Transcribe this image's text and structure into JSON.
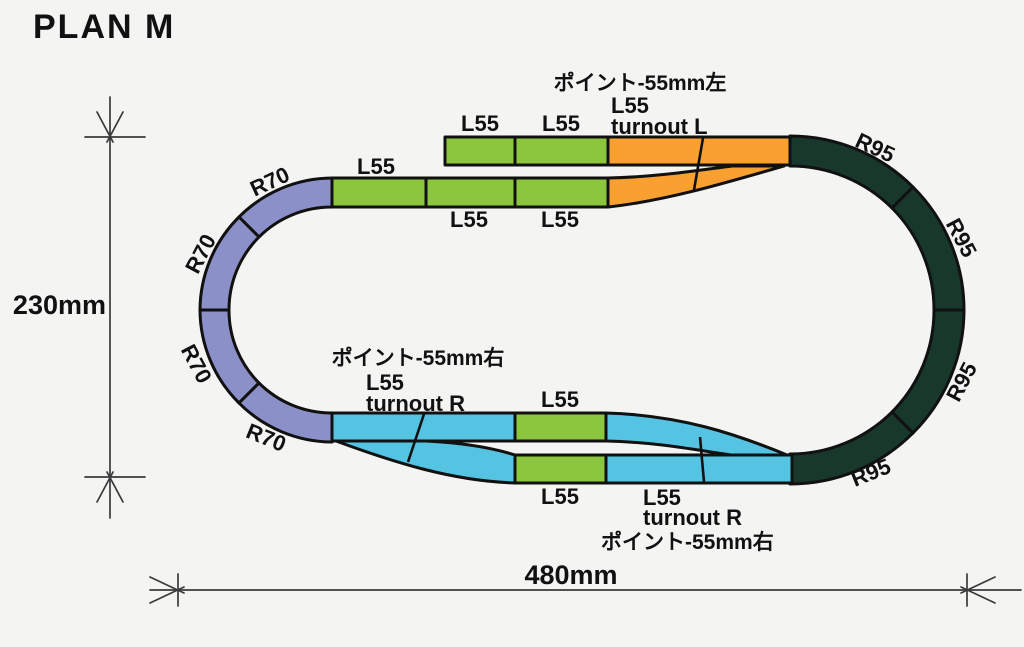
{
  "title": "PLAN M",
  "colors": {
    "background": "#f4f4f2",
    "straight_green": "#8cc63f",
    "turnout_left_orange": "#f9a030",
    "curve_r70_purple": "#8c90c8",
    "turnout_right_cyan": "#55c3e2",
    "curve_r95_dark": "#17382a",
    "outline": "#111111"
  },
  "segments": {
    "top_siding": [
      "L55",
      "L55"
    ],
    "top_main": [
      "L55",
      "L55",
      "L55"
    ],
    "loop": [
      "L55",
      "L55"
    ],
    "left_curve": [
      "R70",
      "R70",
      "R70",
      "R70"
    ],
    "right_curve": [
      "R95",
      "R95",
      "R95",
      "R95"
    ]
  },
  "turnout_left": {
    "jp": "ポイント-55mm左",
    "name": "L55",
    "type": "turnout L"
  },
  "turnout_right_front": {
    "jp": "ポイント-55mm右",
    "name": "L55",
    "type": "turnout R"
  },
  "turnout_right_rear": {
    "name": "L55",
    "type": "turnout R",
    "jp": "ポイント-55mm右"
  },
  "dimensions": {
    "height": "230mm",
    "width": "480mm"
  }
}
